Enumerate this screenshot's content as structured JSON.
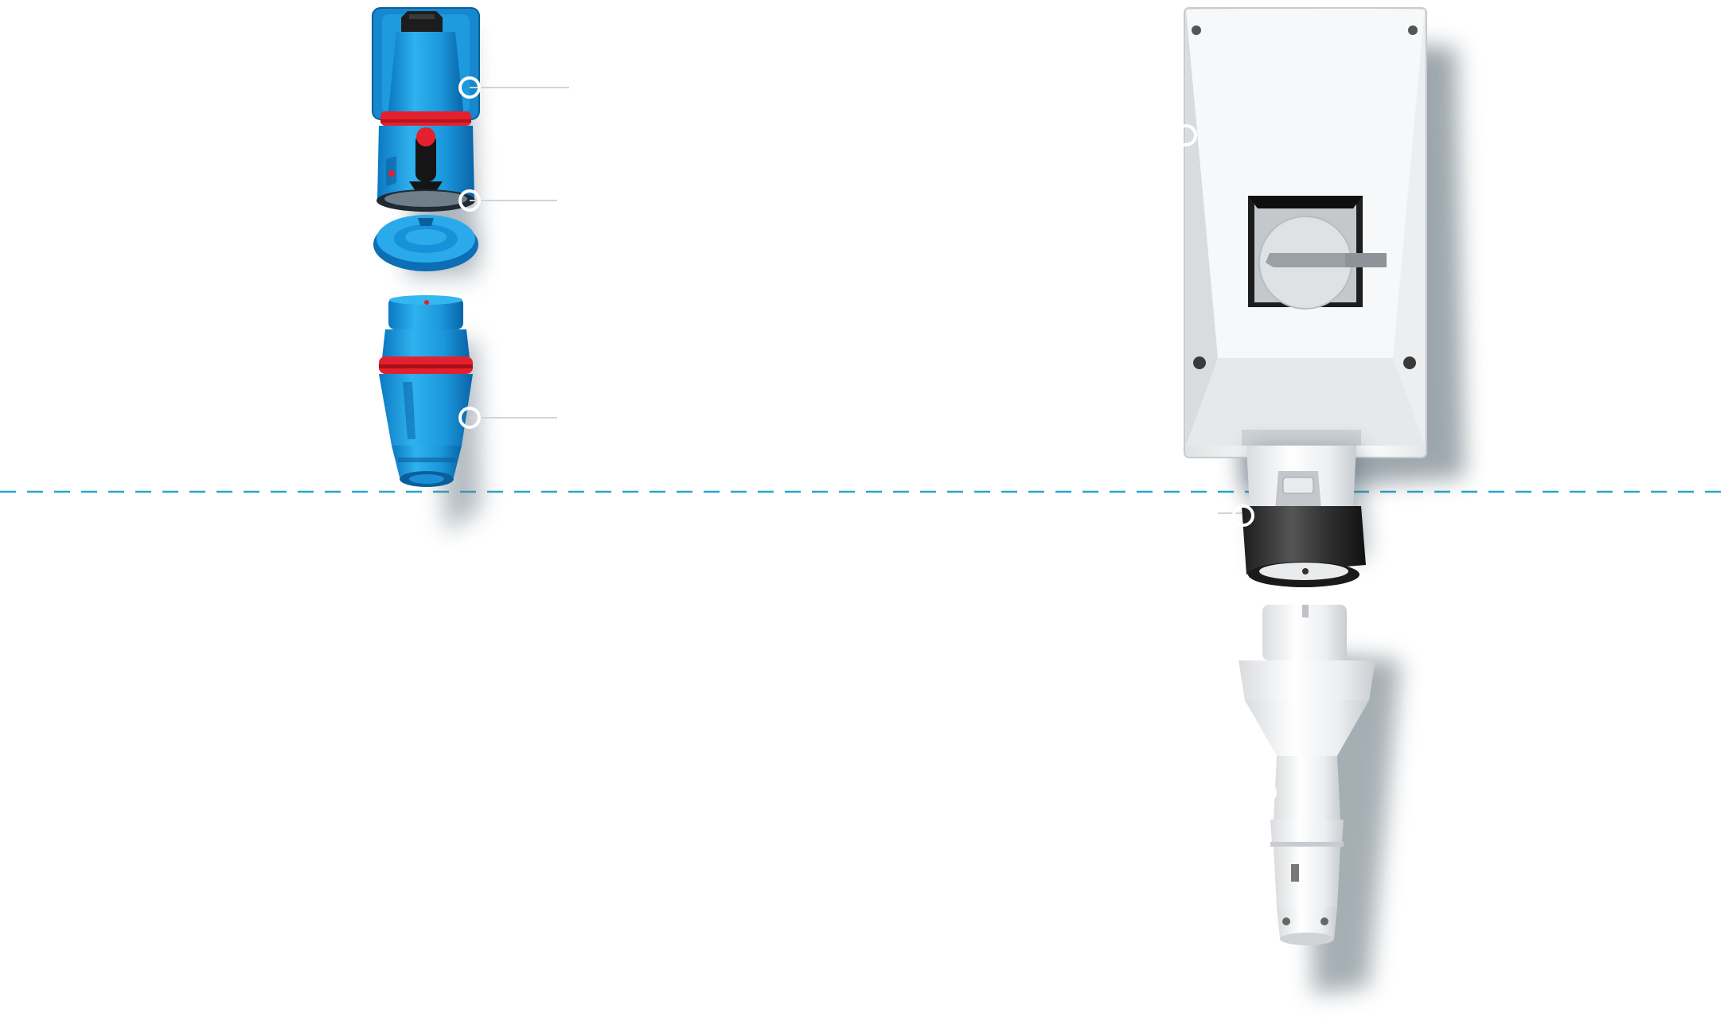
{
  "colors": {
    "background": "#ffffff",
    "divider": "#2aa4c9",
    "connector_blue": "#1aa0e2",
    "connector_blue_dark": "#0b6fb4",
    "seal_red": "#e5202e",
    "enclosure_grey": "#eef0f1",
    "enclosure_shade": "#d6dadd",
    "plug_white": "#f4f5f6",
    "ring_black": "#2a2a2a",
    "callout": "#ffffff",
    "callout_line": "#d0d4d6"
  },
  "icons": {
    "blue_socket": "blue-industrial-socket-icon",
    "blue_socket_cap": "blue-socket-cap-icon",
    "blue_plug": "blue-industrial-plug-icon",
    "switched_socket": "switched-interlocked-socket-enclosure-icon",
    "white_plug": "white-industrial-plug-icon",
    "hotspot": "hotspot-ring-icon"
  },
  "hotspots": [
    {
      "id": "hotspot-blue-socket-housing"
    },
    {
      "id": "hotspot-blue-socket-face"
    },
    {
      "id": "hotspot-blue-plug"
    },
    {
      "id": "hotspot-enclosure"
    },
    {
      "id": "hotspot-black-locking-ring"
    },
    {
      "id": "hotspot-white-plug"
    }
  ]
}
